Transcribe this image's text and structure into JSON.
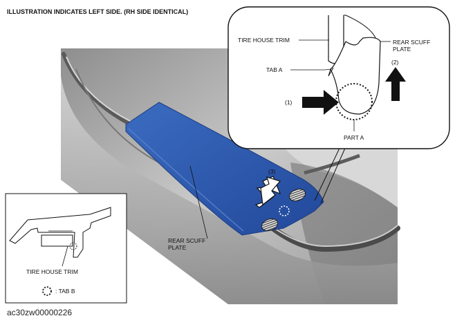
{
  "header": {
    "note": "ILLUSTRATION INDICATES LEFT SIDE. (RH SIDE IDENTICAL)"
  },
  "callout": {
    "tire_house_trim": "TIRE HOUSE TRIM",
    "rear_scuff_plate_line1": "REAR SCUFF",
    "rear_scuff_plate_line2": "PLATE",
    "tab_a": "TAB A",
    "step_1": "(1)",
    "step_2": "(2)",
    "part_a": "PART A"
  },
  "main": {
    "step_3": "(3)",
    "rear_scuff_plate_line1": "REAR SCUFF",
    "rear_scuff_plate_line2": "PLATE"
  },
  "inset": {
    "tire_house_trim": "TIRE HOUSE TRIM",
    "legend_tab_b": ": TAB B"
  },
  "footer": {
    "figure_id": "ac30zw00000226"
  },
  "colors": {
    "scuff_plate": "#2f5fb3",
    "car_body": "#a9a9a9"
  }
}
